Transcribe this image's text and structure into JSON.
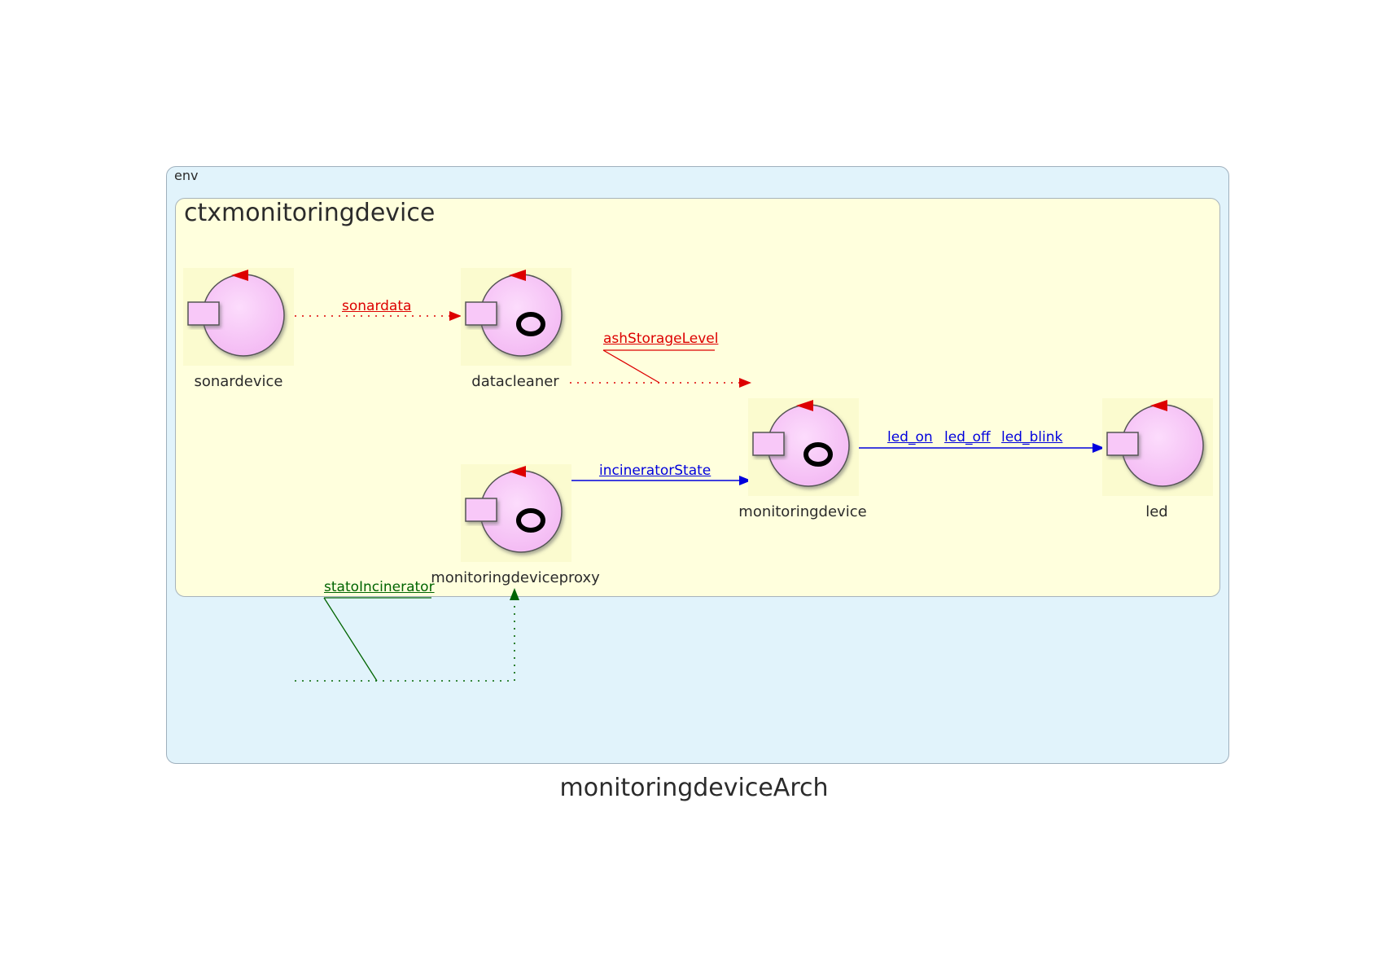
{
  "env": {
    "label": "env"
  },
  "context": {
    "label": "ctxmonitoringdevice"
  },
  "nodes": {
    "sonardevice": {
      "label": "sonardevice",
      "has_ring": false
    },
    "datacleaner": {
      "label": "datacleaner",
      "has_ring": true
    },
    "monitoringdeviceproxy": {
      "label": "monitoringdeviceproxy",
      "has_ring": true
    },
    "monitoringdevice": {
      "label": "monitoringdevice",
      "has_ring": true
    },
    "led": {
      "label": "led",
      "has_ring": false
    }
  },
  "edges": {
    "sonardata": {
      "label": "sonardata",
      "style": "dotted",
      "color": "#dd0000"
    },
    "ashStorageLevel": {
      "label": "ashStorageLevel",
      "style": "dotted",
      "color": "#dd0000"
    },
    "incineratorState": {
      "label": "incineratorState",
      "style": "solid",
      "color": "#0000dd"
    },
    "led_cmds": {
      "labels": [
        "led_on",
        "led_off",
        "led_blink"
      ],
      "style": "solid",
      "color": "#0000dd"
    },
    "statoIncinerator": {
      "label": "statoIncinerator",
      "style": "dotted",
      "color": "#006400"
    }
  },
  "colors": {
    "env_bg": "#e1f3fb",
    "context_bg": "#ffffdd",
    "actor_body": "#f8c8f8",
    "actor_tile": "#fbfbcf",
    "marker": "#dd0000"
  },
  "title": "monitoringdeviceArch"
}
